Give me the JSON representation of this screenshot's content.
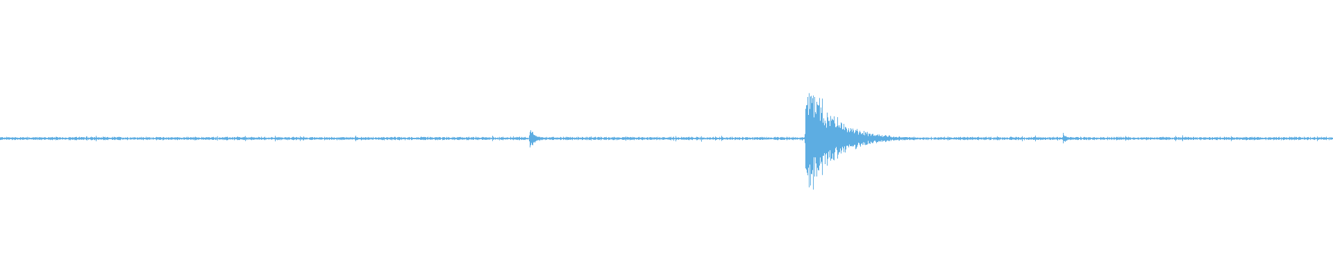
{
  "waveform": {
    "color": "#5dade2",
    "background": "#ffffff",
    "baseline_amplitude": 0.02,
    "events": [
      {
        "time_fraction": 0.397,
        "peak_amplitude": 0.22,
        "decay": 0.004
      },
      {
        "time_fraction": 0.604,
        "peak_amplitude": 1.0,
        "decay": 0.02
      },
      {
        "time_fraction": 0.723,
        "peak_amplitude": 0.04,
        "decay": 0.002
      },
      {
        "time_fraction": 0.797,
        "peak_amplitude": 0.09,
        "decay": 0.003
      },
      {
        "time_fraction": 0.844,
        "peak_amplitude": 0.04,
        "decay": 0.002
      },
      {
        "time_fraction": 0.923,
        "peak_amplitude": 0.05,
        "decay": 0.002
      }
    ]
  }
}
